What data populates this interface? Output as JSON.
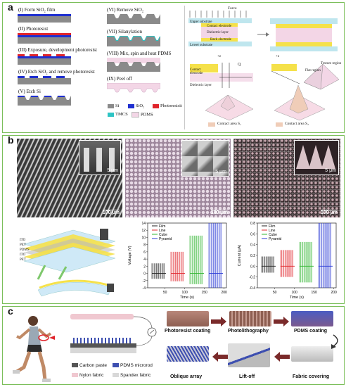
{
  "panel_a": {
    "label": "a",
    "steps": [
      "(I) Form SiO₂ film",
      "(II) Photoresist",
      "(III) Exposure, development photoresist",
      "(IV) Etch SiO₂ and remove photoresist",
      "(V) Etch Si",
      "(VI) Remove SiO₂",
      "(VII) Silanylation",
      "(VIII) Mix, spin and heat PDMS",
      "(IX) Peel off"
    ],
    "legend": {
      "si": "Si",
      "sio2": "SiO₂",
      "photoresist": "Photoresisit",
      "tmcs": "TMCS",
      "pdms": "PDMS"
    },
    "schematic": {
      "force": "Force",
      "upper_substrate": "Upper substrate",
      "contact_electrode": "Contact electrode",
      "dielectric_layer": "Dielectric layer",
      "back_electrode": "Back electrode",
      "lower_substrate": "Lower substrate",
      "texture_region": "Texture region",
      "flat_region": "Flat region",
      "contact_area_1": "Contact area S₁",
      "contact_area_2": "Contact area S₂",
      "z_label": "+z",
      "q_label": "Q",
      "dielectric_short": "Dielectric layer",
      "contact_short": "Contact electrode"
    }
  },
  "panel_b": {
    "label": "b",
    "scale_large": "100 μm",
    "scale_small": "5 μm",
    "voltage_chart": {
      "ylabel": "Voltage (V)",
      "xlabel": "Time (s)",
      "yticks": [
        "-4",
        "-2",
        "0",
        "2",
        "4",
        "6",
        "8",
        "10",
        "12",
        "14"
      ],
      "xticks": [
        "50",
        "100",
        "150",
        "200"
      ]
    },
    "current_chart": {
      "ylabel": "Current (μA)",
      "xlabel": "Time (s)",
      "yticks": [
        "-0.4",
        "-0.2",
        "0.0",
        "0.2",
        "0.4",
        "0.6",
        "0.8"
      ],
      "xticks": [
        "50",
        "100",
        "150",
        "200"
      ]
    },
    "series": [
      {
        "name": "Film",
        "color": "#222222"
      },
      {
        "name": "Line",
        "color": "#e0242b"
      },
      {
        "name": "Cube",
        "color": "#2fb52f"
      },
      {
        "name": "Pyramid",
        "color": "#2a3ad6"
      }
    ],
    "device_labels": [
      "ITO",
      "PET",
      "PDMS",
      "ITO",
      "PET"
    ]
  },
  "panel_c": {
    "label": "c",
    "legend": {
      "carbon": "Carbon paste",
      "pdms": "PDMS microrod",
      "nylon": "Nylon fabric",
      "spandex": "Spandex fabric"
    },
    "flow": [
      "Photoresist coating",
      "Photolithography",
      "PDMS coating",
      "Fabric covering",
      "Lift-off",
      "Oblique array"
    ],
    "colors": {
      "carbon": "#555555",
      "pdms": "#3d4fb0",
      "nylon": "#f0c8d0",
      "spandex": "#d8d8d8"
    }
  }
}
